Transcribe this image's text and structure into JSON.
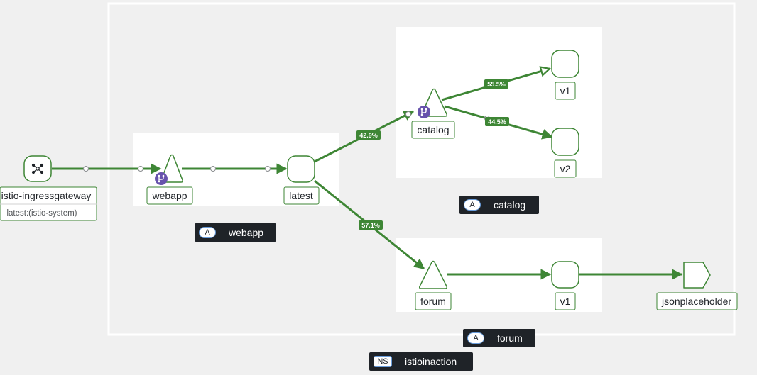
{
  "nodes": {
    "ingress_label": "istio-ingressgateway",
    "ingress_sub": "latest:(istio-system)",
    "webapp": "webapp",
    "latest": "latest",
    "catalog": "catalog",
    "catalog_v1": "v1",
    "catalog_v2": "v2",
    "forum": "forum",
    "forum_v1": "v1",
    "jsonplaceholder": "jsonplaceholder"
  },
  "edge_labels": {
    "to_catalog": "42.9%",
    "to_forum": "57.1%",
    "catalog_v1": "55.5%",
    "catalog_v2": "44.5%"
  },
  "groups": {
    "webapp": {
      "badge": "A",
      "label": "webapp"
    },
    "catalog": {
      "badge": "A",
      "label": "catalog"
    },
    "forum": {
      "badge": "A",
      "label": "forum"
    },
    "namespace": {
      "badge": "NS",
      "label": "istioinaction"
    }
  },
  "colors": {
    "edge": "#3e8635",
    "node_border": "#3e8635",
    "badge_purple": "#6753ac",
    "label_dark": "#1f2328"
  }
}
